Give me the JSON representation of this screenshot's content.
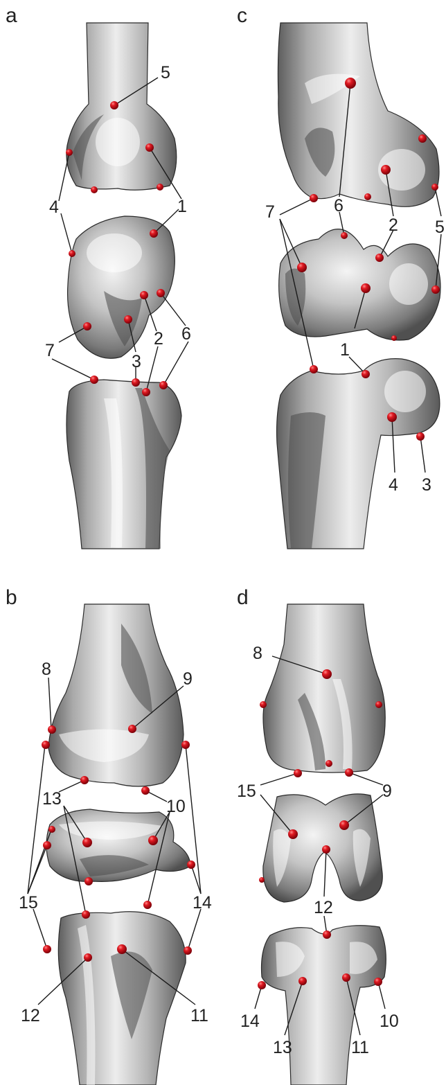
{
  "panels": {
    "a": {
      "letter": "a",
      "labels": [
        "5",
        "4",
        "1",
        "6",
        "2",
        "7",
        "3",
        "6",
        "2"
      ]
    },
    "b": {
      "letter": "b",
      "labels": [
        "8",
        "9",
        "13",
        "10",
        "15",
        "14",
        "12",
        "11"
      ]
    },
    "c": {
      "letter": "c",
      "labels": [
        "6",
        "7",
        "2",
        "5",
        "1",
        "4",
        "3"
      ]
    },
    "d": {
      "letter": "d",
      "labels": [
        "8",
        "15",
        "9",
        "12",
        "14",
        "13",
        "11",
        "10"
      ]
    }
  },
  "colors": {
    "landmark": "#d0101a",
    "bone_light": "#efefef",
    "bone_dark": "#5a5a5a",
    "leader_line": "#1a1a1a"
  }
}
